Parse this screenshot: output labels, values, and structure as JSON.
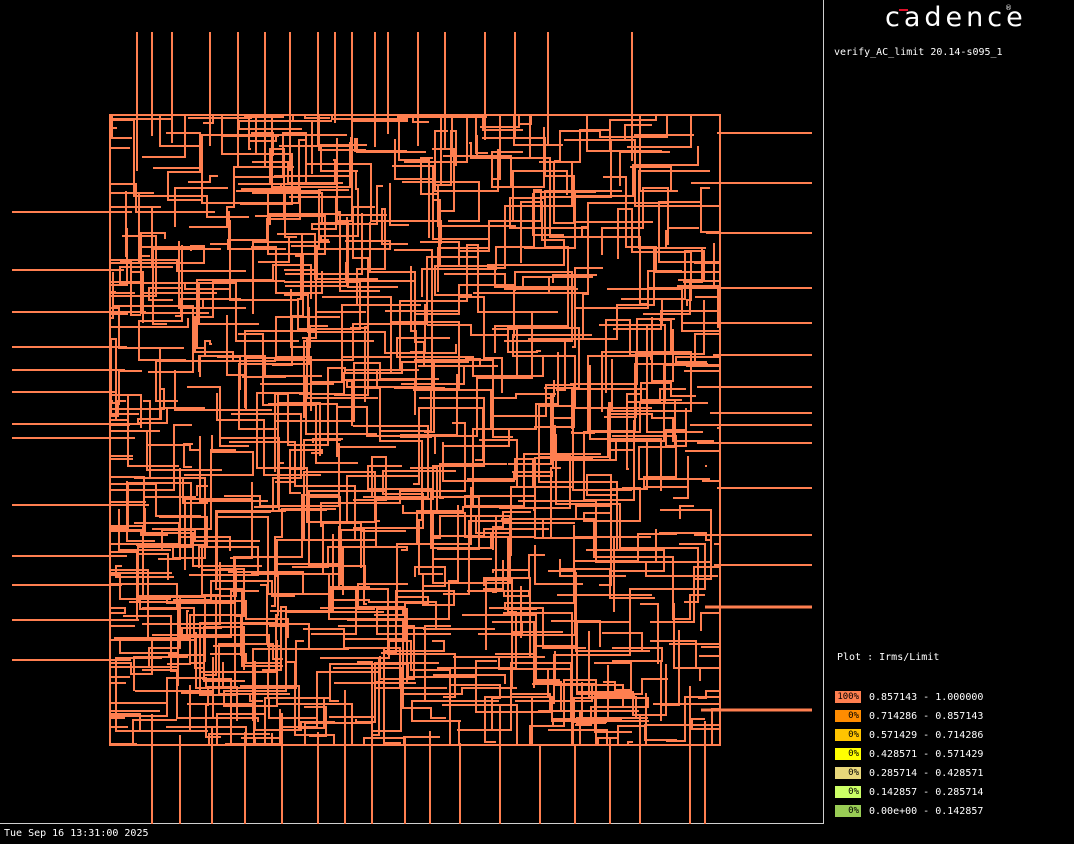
{
  "brand": {
    "logo_text": "cadence",
    "logo_mark": "®",
    "accent_color": "#e0102a"
  },
  "tool_version": "verify_AC_limit 20.14-s095_1",
  "plot": {
    "label": "Plot : Irms/Limit",
    "wire_color": "#ff7f50",
    "legend": [
      {
        "percent": "100%",
        "range": "0.857143 - 1.000000",
        "color": "#ff7f50"
      },
      {
        "percent": "0%",
        "range": "0.714286 - 0.857143",
        "color": "#ff8c00"
      },
      {
        "percent": "0%",
        "range": "0.571429 - 0.714286",
        "color": "#ffc400"
      },
      {
        "percent": "0%",
        "range": "0.428571 - 0.571429",
        "color": "#ffff00"
      },
      {
        "percent": "0%",
        "range": "0.285714 - 0.428571",
        "color": "#e8d77a"
      },
      {
        "percent": "0%",
        "range": "0.142857 - 0.285714",
        "color": "#ccff66"
      },
      {
        "percent": "0%",
        "range": "0.00e+00 - 0.142857",
        "color": "#99cc55"
      }
    ]
  },
  "footer": {
    "timestamp": "Tue Sep 16 13:31:00 2025"
  }
}
